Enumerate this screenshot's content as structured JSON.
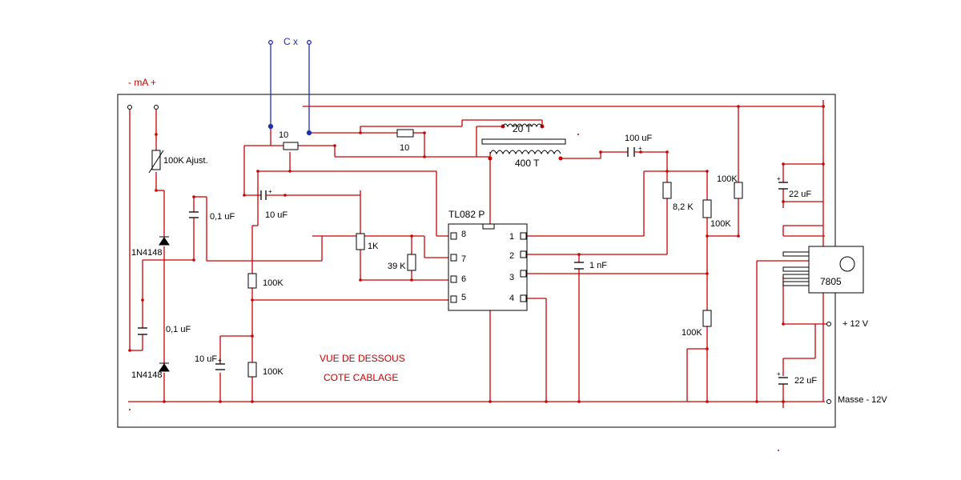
{
  "colors": {
    "wire": "#cc0000",
    "probe": "#1f2fb0",
    "outline": "#000000",
    "text": "#000000"
  },
  "labels": {
    "meter": "-  mA  +",
    "cx": "C x",
    "res_10_top": "10",
    "res_10_b": "10",
    "adj": "100K Ajust.",
    "diode1": "1N4148",
    "diode2": "1N4148",
    "cap_01_a": "0,1 uF",
    "cap_01_b": "0,1 uF",
    "cap_10_a": "10 uF",
    "cap_10_b": "10 uF",
    "res_100k_a": "100K",
    "res_100k_b": "100K",
    "res_1k": "1K",
    "res_39k": "39 K",
    "ic": "TL082 P",
    "pins": [
      "8",
      "7",
      "6",
      "5",
      "1",
      "2",
      "3",
      "4"
    ],
    "cap_1n": "1 nF",
    "t20": "20 T",
    "t400": "400 T",
    "cap_100u": "100 uF",
    "res_8k2": "8,2 K",
    "res_100k_c": "100K",
    "res_100k_d": "100K",
    "res_100k_e": "100K",
    "cap_22u_a": "22 uF",
    "cap_22u_b": "22 uF",
    "reg": "7805",
    "plus12": "+ 12 V",
    "masse": "Masse - 12V",
    "view1": "VUE DE DESSOUS",
    "view2": "COTE CABLAGE"
  }
}
